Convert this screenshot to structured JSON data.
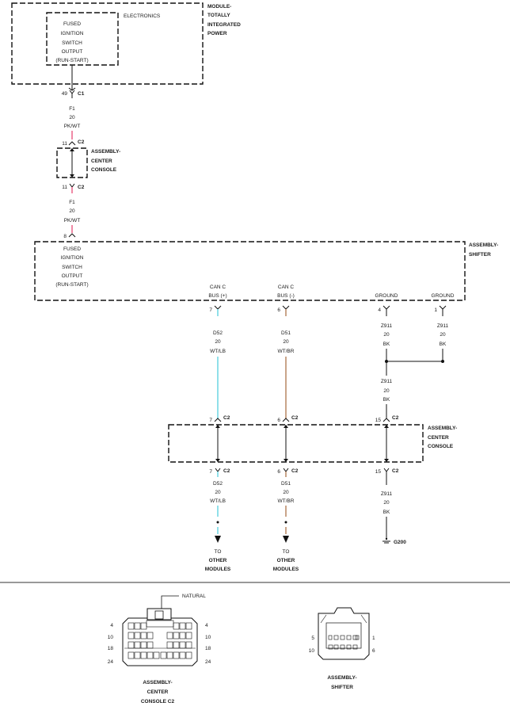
{
  "colors": {
    "pk_wt": "#f08aa6",
    "wt_lb": "#8fe0ea",
    "wt_br": "#c9a489",
    "black": "#111111"
  },
  "modules": {
    "tipm": {
      "title_lines": [
        "MODULE-",
        "TOTALLY",
        "INTEGRATED",
        "POWER"
      ],
      "electronics": "ELECTRONICS",
      "fused_lines": [
        "FUSED",
        "IGNITION",
        "SWITCH",
        "OUTPUT",
        "(RUN-START)"
      ]
    },
    "center_console": {
      "title_lines": [
        "ASSEMBLY-",
        "CENTER",
        "CONSOLE"
      ]
    },
    "shifter": {
      "title_lines": [
        "ASSEMBLY-",
        "SHIFTER"
      ],
      "fused_lines": [
        "FUSED",
        "IGNITION",
        "SWITCH",
        "OUTPUT",
        "(RUN-START)"
      ],
      "pins": [
        {
          "lines": [
            "CAN C",
            "BUS (+)"
          ]
        },
        {
          "lines": [
            "CAN C",
            "BUS (-)"
          ]
        },
        {
          "lines": [
            "GROUND"
          ]
        },
        {
          "lines": [
            "GROUND"
          ]
        }
      ]
    },
    "center_console_lower": {
      "title_lines": [
        "ASSEMBLY-",
        "CENTER",
        "CONSOLE"
      ]
    }
  },
  "connectors": {
    "tipm_c1": {
      "pin": "49",
      "name": "C1"
    },
    "console_top_in": {
      "pin": "11",
      "name": "C2"
    },
    "console_top_out": {
      "pin": "11",
      "name": "C2"
    },
    "shifter_in": {
      "pin": "8"
    },
    "shifter_pins": [
      "7",
      "6",
      "4",
      "1"
    ],
    "lower_in": [
      {
        "pin": "7",
        "name": "C2"
      },
      {
        "pin": "6",
        "name": "C2"
      },
      {
        "pin": "15",
        "name": "C2"
      }
    ],
    "lower_out": [
      {
        "pin": "7",
        "name": "C2"
      },
      {
        "pin": "6",
        "name": "C2"
      },
      {
        "pin": "15",
        "name": "C2"
      }
    ]
  },
  "wires": {
    "f1_a": [
      "F1",
      "20",
      "PK/WT"
    ],
    "f1_b": [
      "F1",
      "20",
      "PK/WT"
    ],
    "d52": [
      "D52",
      "20",
      "WT/LB"
    ],
    "d51": [
      "D51",
      "20",
      "WT/BR"
    ],
    "z911_a": [
      "Z911",
      "20",
      "BK"
    ],
    "z911_b": [
      "Z911",
      "20",
      "BK"
    ],
    "z911_c": [
      "Z911",
      "20",
      "BK"
    ],
    "d52_low": [
      "D52",
      "20",
      "WT/LB"
    ],
    "d51_low": [
      "D51",
      "20",
      "WT/BR"
    ],
    "z911_low": [
      "Z911",
      "20",
      "BK"
    ]
  },
  "destinations": {
    "d52": [
      "TO",
      "OTHER",
      "MODULES"
    ],
    "d51": [
      "TO",
      "OTHER",
      "MODULES"
    ],
    "ground": "G200"
  },
  "connector_views": {
    "console": {
      "callout": "NATURAL",
      "left_pins": [
        "4",
        "10",
        "18",
        "24"
      ],
      "right_pins": [
        "4",
        "10",
        "18",
        "24"
      ],
      "caption_lines": [
        "ASSEMBLY-",
        "CENTER",
        "CONSOLE C2"
      ]
    },
    "shifter": {
      "left_pins": [
        "5",
        "10"
      ],
      "right_pins": [
        "1",
        "6"
      ],
      "caption_lines": [
        "ASSEMBLY-",
        "SHIFTER"
      ]
    }
  }
}
